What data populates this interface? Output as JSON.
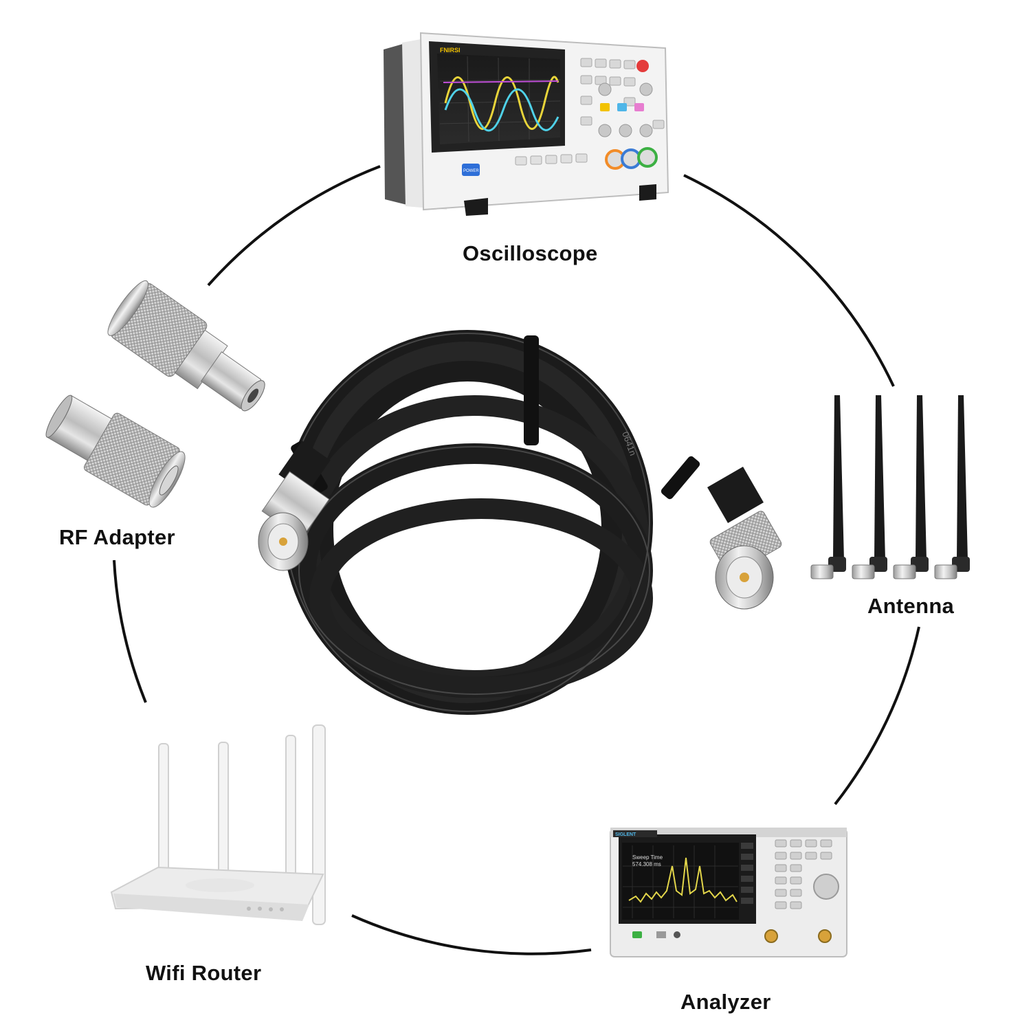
{
  "labels": {
    "oscilloscope": "Oscilloscope",
    "rf_adapter": "RF Adapter",
    "antenna": "Antenna",
    "wifi_router": "Wifi Router",
    "analyzer": "Analyzer"
  },
  "cable": {
    "jacket_print": "0641n"
  },
  "oscilloscope": {
    "brand": "FNIRSI",
    "power_button": "POWER"
  },
  "analyzer": {
    "brand": "SIGLENT",
    "readout": "Sweep Time",
    "readout_value": "574.308 ms"
  },
  "colors": {
    "cable": "#1b1b1b",
    "metal": "#c9c9c9",
    "orange_accent": "#f28c28",
    "blue_accent": "#3a7bd5",
    "green_accent": "#3cb043"
  }
}
